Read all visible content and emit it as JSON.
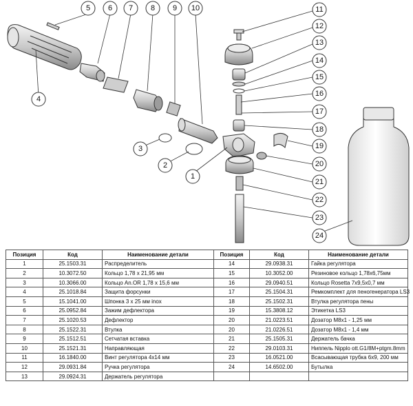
{
  "callouts": [
    "1",
    "2",
    "3",
    "4",
    "5",
    "6",
    "7",
    "8",
    "9",
    "10",
    "11",
    "12",
    "13",
    "14",
    "15",
    "16",
    "17",
    "18",
    "19",
    "20",
    "21",
    "22",
    "23",
    "24"
  ],
  "table": {
    "headers": [
      "Позиция",
      "Код",
      "Наименование детали",
      "Позиция",
      "Код",
      "Наименование детали"
    ],
    "rows": [
      {
        "pos1": "1",
        "code1": "25.1503.31",
        "name1": "Распределитель",
        "pos2": "14",
        "code2": "29.0938.31",
        "name2": "Гайка регулятора"
      },
      {
        "pos1": "2",
        "code1": "10.3072.50",
        "name1": "Кольцо 1,78 x 21,95 мм",
        "pos2": "15",
        "code2": "10.3052.00",
        "name2": "Резиновое кольцо 1,78х6,75мм"
      },
      {
        "pos1": "3",
        "code1": "10.3066.00",
        "name1": "Кольцо An.OR 1,78 x 15,6 мм",
        "pos2": "16",
        "code2": "29.0940.51",
        "name2": "Кольцо Rosetta 7x9,5x0,7 мм"
      },
      {
        "pos1": "4",
        "code1": "25.1018.84",
        "name1": "Защита форсунки",
        "pos2": "17",
        "code2": "25.1504.31",
        "name2": "Ремкомплект для пеногенератора LS3"
      },
      {
        "pos1": "5",
        "code1": "15.1041.00",
        "name1": "Шпонка 3 x 25 мм inox",
        "pos2": "18",
        "code2": "25.1502.31",
        "name2": "Втулка регулятора пены"
      },
      {
        "pos1": "6",
        "code1": "25.0952.84",
        "name1": "Зажим дефлектора",
        "pos2": "19",
        "code2": "15.3808.12",
        "name2": "Этикетка LS3"
      },
      {
        "pos1": "7",
        "code1": "25.1020.53",
        "name1": "Дефлектор",
        "pos2": "20",
        "code2": "21.0223.51",
        "name2": "Дозатор M8x1 - 1,25 мм"
      },
      {
        "pos1": "8",
        "code1": "25.1522.31",
        "name1": "Втулка",
        "pos2": "20",
        "code2": "21.0226.51",
        "name2": "Дозатор M8x1 - 1,4 мм"
      },
      {
        "pos1": "9",
        "code1": "25.1512.51",
        "name1": "Сетчатая вставка",
        "pos2": "21",
        "code2": "25.1505.31",
        "name2": "Держатель бачка"
      },
      {
        "pos1": "10",
        "code1": "25.1521.31",
        "name1": "Направляющая",
        "pos2": "22",
        "code2": "29.0103.31",
        "name2": "Ниппель Nipplo ott.G1/8M+ptgm.8mm"
      },
      {
        "pos1": "11",
        "code1": "16.1840.00",
        "name1": "Винт регулятора 4x14 мм",
        "pos2": "23",
        "code2": "16.0521.00",
        "name2": "Всасывающая трубка 6x9, 200 мм"
      },
      {
        "pos1": "12",
        "code1": "29.0931.84",
        "name1": "Ручка регулятора",
        "pos2": "24",
        "code2": "14.6502.00",
        "name2": "Бутылка"
      },
      {
        "pos1": "13",
        "code1": "29.0924.31",
        "name1": "Держатель регулятора",
        "pos2": "",
        "code2": "",
        "name2": ""
      }
    ]
  }
}
